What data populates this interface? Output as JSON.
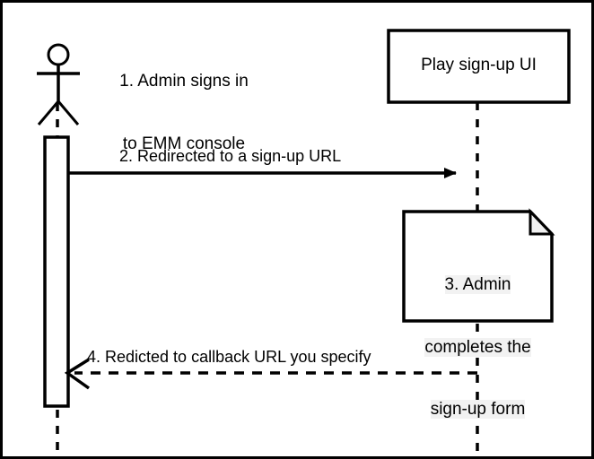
{
  "diagram": {
    "type": "uml-sequence-diagram",
    "background_color": "#ffffff",
    "line_color": "#000000",
    "note_fill_color": "#ffffff",
    "note_fold_color": "#f0f0f0",
    "text_highlight_color": "#f2f2f2",
    "border_color": "#000000"
  },
  "actor": {
    "name": "Admin",
    "icon": "stick-figure-actor",
    "caption_line_1": "1. Admin signs in",
    "caption_line_2": "to EMM console"
  },
  "participant": {
    "label": "Play sign-up UI"
  },
  "messages": [
    {
      "number": "2",
      "label": "2. Redirected to a sign-up URL",
      "direction": "actor-to-participant",
      "line_style": "solid",
      "arrowhead": "filled"
    },
    {
      "number": "4",
      "label": "4. Redicted to callback URL you specify",
      "direction": "participant-to-actor",
      "line_style": "dashed",
      "arrowhead": "open"
    }
  ],
  "note": {
    "number": "3",
    "line_1": "3. Admin",
    "line_2": "completes the",
    "line_3": "sign-up form",
    "shape": "folded-corner-note"
  }
}
